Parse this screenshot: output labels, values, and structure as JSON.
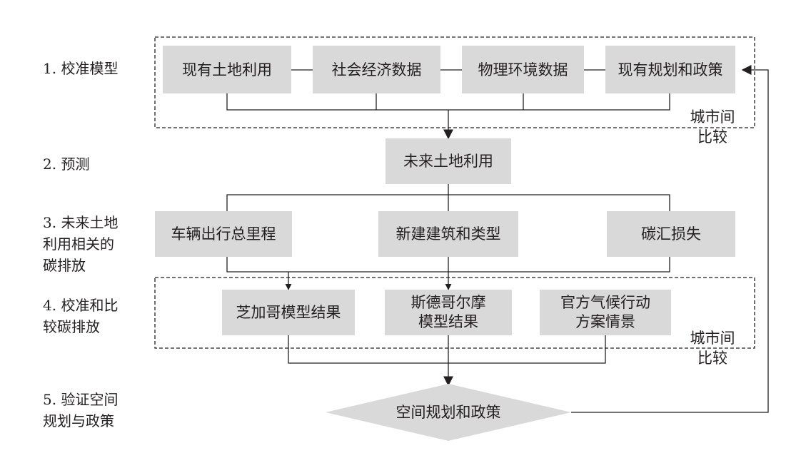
{
  "steps": [
    {
      "lines": [
        "1. 校准模型"
      ]
    },
    {
      "lines": [
        "2. 预测"
      ]
    },
    {
      "lines": [
        "3. 未来土地",
        "利用相关的",
        "碳排放"
      ]
    },
    {
      "lines": [
        "4. 校准和比",
        "较碳排放"
      ]
    },
    {
      "lines": [
        "5. 验证空间",
        "规划与政策"
      ]
    }
  ],
  "inputs": [
    "现有土地利用",
    "社会经济数据",
    "物理环境数据",
    "现有规划和政策"
  ],
  "future_land_use": "未来土地利用",
  "emissions": [
    "车辆出行总里程",
    "新建建筑和类型",
    "碳汇损失"
  ],
  "models": [
    {
      "lines": [
        "芝加哥模型结果"
      ]
    },
    {
      "lines": [
        "斯德哥尔摩",
        "模型结果"
      ]
    },
    {
      "lines": [
        "官方气候行动",
        "方案情景"
      ]
    }
  ],
  "comparison": [
    {
      "lines": [
        "城市间",
        "比较"
      ]
    },
    {
      "lines": [
        "城市间",
        "比较"
      ]
    }
  ],
  "policy": "空间规划和政策",
  "colors": {
    "box_fill": "#d9d9d9",
    "line": "#231f20"
  }
}
